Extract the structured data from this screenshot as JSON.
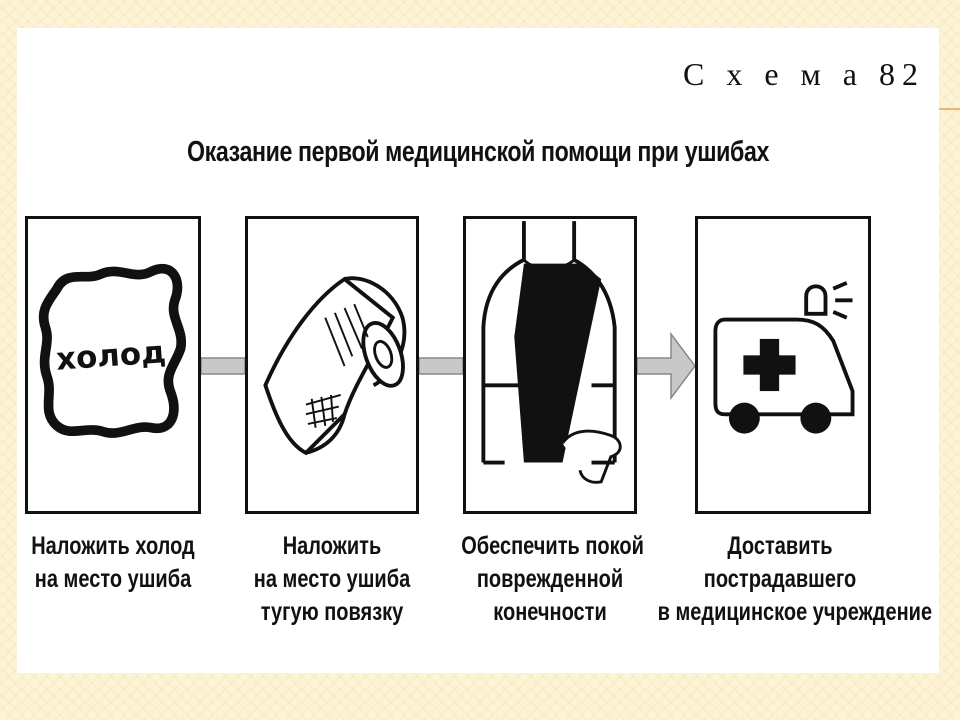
{
  "scheme_label": "С х е м а  82",
  "title": "Оказание первой медицинской помощи при ушибах",
  "panel1": {
    "word": "холод"
  },
  "captions": [
    [
      "Наложить холод",
      "на место ушиба"
    ],
    [
      "Наложить",
      "на место ушиба",
      "тугую повязку"
    ],
    [
      "Обеспечить покой",
      "поврежденной",
      "конечности"
    ],
    [
      "Доставить",
      "пострадавшего",
      "в медицинское учреждение"
    ]
  ],
  "icons": [
    "ice-pack-icon",
    "bandage-roll-icon",
    "arm-sling-icon",
    "ambulance-icon"
  ],
  "colors": {
    "ink": "#111111",
    "arrow_fill": "#c8c8c8",
    "background": "#fdf3d6"
  }
}
